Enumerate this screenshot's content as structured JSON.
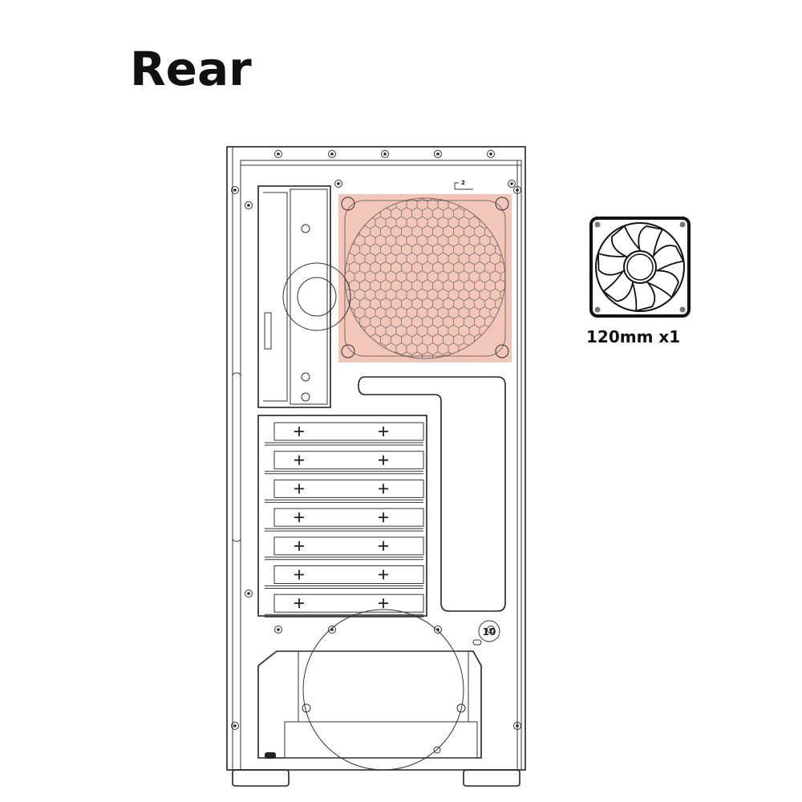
{
  "title": "Rear",
  "fan_legend": {
    "icon": "fan-120mm-icon",
    "caption": "120mm x1"
  },
  "case_diagram": {
    "highlighted_fan_color": "#f2c6b8",
    "label_top": "2",
    "rotation_badge": "10",
    "expansion_slot_count": 7
  }
}
